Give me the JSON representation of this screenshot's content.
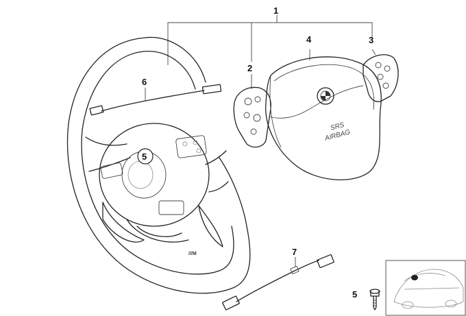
{
  "callouts": {
    "c1": "1",
    "c2": "2",
    "c3": "3",
    "c4": "4",
    "c5a": "5",
    "c6": "6",
    "c7": "7",
    "c5b": "5"
  },
  "airbag": {
    "line1": "SRS",
    "line2": "AIRBAG"
  },
  "wheel_badge": "///M",
  "icons": [
    "bmw-roundel-icon",
    "screw-icon",
    "car-thumbnail-icon",
    "connector-plug-icon"
  ]
}
